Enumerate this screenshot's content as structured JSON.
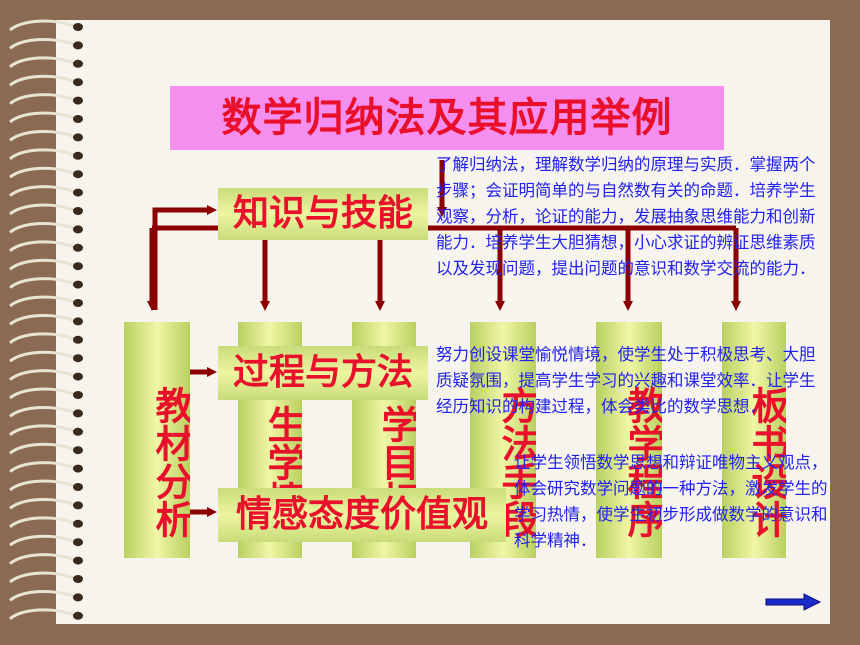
{
  "title": "数学归纳法及其应用举例",
  "goal_boxes": [
    {
      "label": "知识与技能"
    },
    {
      "label": "过程与方法"
    },
    {
      "label": "情感态度价值观"
    }
  ],
  "columns": [
    {
      "label": "教材分析"
    },
    {
      "label": "生学情"
    },
    {
      "label": "学目标"
    },
    {
      "label": "方法手段"
    },
    {
      "label": "教学程序"
    },
    {
      "label": "板书设计"
    }
  ],
  "descriptions": {
    "knowledge": "了解归纳法，理解数学归纳的原理与实质．掌握两个步骤；会证明简单的与自然数有关的命题．培养学生观察，分析，论证的能力，发展抽象思维能力和创新能力．培养学生大胆猜想，小心求证的辨证思维素质以及发现问题，提出问题的意识和数学交流的能力．",
    "process": "努力创设课堂愉悦情境，使学生处于积极思考、大胆质疑氛围，提高学生学习的兴趣和课堂效率．让学生经历知识的构建过程，体会类比的数学思想．",
    "attitude": "让学生领悟数学思想和辩证唯物主义观点，体会研究数学问题的一种方法，激发学生的学习热情，使学生初步形成做数学的意识和科学精神．"
  },
  "colors": {
    "label_red": "#e8102a",
    "desc_blue": "#2222ee",
    "arrow": "#8b0000",
    "title_bg": "#f48ff0"
  },
  "nav_icon": "next-arrow-icon"
}
